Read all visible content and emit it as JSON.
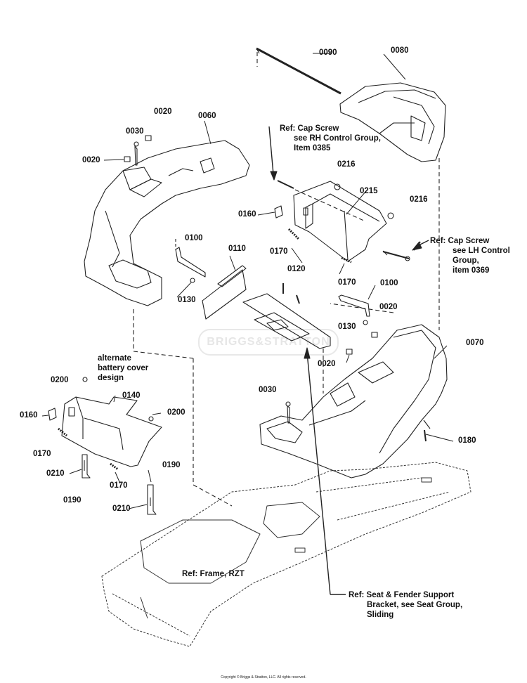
{
  "watermark": "BRIGGS&STRATTON",
  "copyright": "Copyright © Briggs & Stratton, LLC. All rights reserved.",
  "part_labels": {
    "p0090": "0090",
    "p0080": "0080",
    "p0020_top": "0020",
    "p0060": "0060",
    "p0030_top": "0030",
    "p0020_left": "0020",
    "p0216_top": "0216",
    "p0215": "0215",
    "p0160_mid": "0160",
    "p0216_right": "0216",
    "p0170_mid": "0170",
    "p0100_left": "0100",
    "p0110": "0110",
    "p0120": "0120",
    "p0170_right": "0170",
    "p0100_right": "0100",
    "p0130_left": "0130",
    "p0020_mid_right": "0020",
    "p0130_right": "0130",
    "p0070": "0070",
    "p0020_low": "0020",
    "p0200_top": "0200",
    "p0140": "0140",
    "p0030_low": "0030",
    "p0160_alt": "0160",
    "p0200_right": "0200",
    "p0170_alt": "0170",
    "p0210_left": "0210",
    "p0190_right": "0190",
    "p0180": "0180",
    "p0170_alt2": "0170",
    "p0190_left": "0190",
    "p0210_bottom": "0210"
  },
  "refs": {
    "rh_cap_screw": [
      "Ref: Cap Screw",
      "see RH Control Group,",
      "Item 0385"
    ],
    "lh_cap_screw": [
      "Ref: Cap Screw",
      "see LH Control",
      "Group,",
      "item 0369"
    ],
    "alt_battery": [
      "alternate",
      "battery cover",
      "design"
    ],
    "frame": [
      "Ref: Frame, RZT"
    ],
    "seat_fender": [
      "Ref: Seat & Fender Support",
      "Bracket, see Seat Group,",
      "Sliding"
    ]
  }
}
